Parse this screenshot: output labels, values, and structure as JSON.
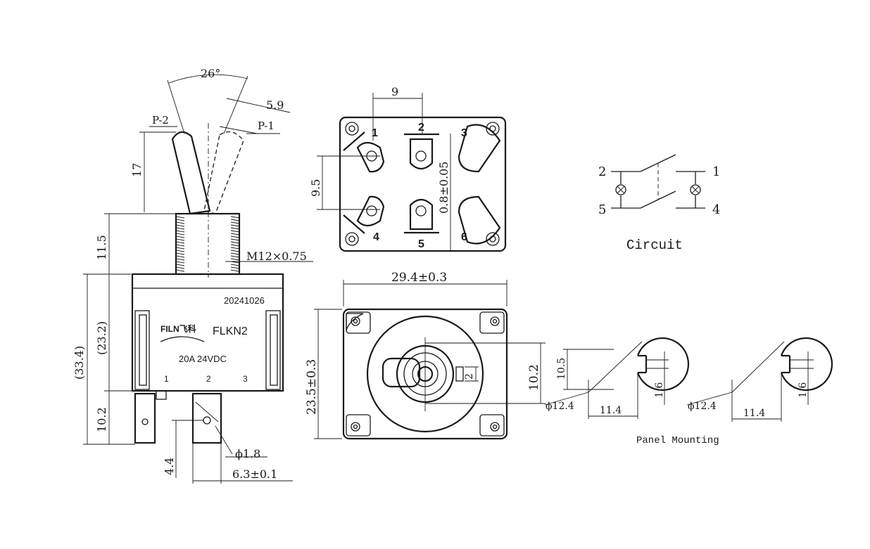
{
  "side_view": {
    "angle": "26°",
    "lever_width": "5.9",
    "pos_p2": "P-2",
    "pos_p1": "P-1",
    "lever_height": "17",
    "bushing_height": "11.5",
    "thread": "M12×0.75",
    "total_height": "(33.4)",
    "body_height": "(23.2)",
    "terminal_height": "10.2",
    "hole_dia": "ϕ1.8",
    "hole_offset": "4.4",
    "terminal_width": "6.3±0.1",
    "label_date": "20241026",
    "label_brand": "FILN飞科",
    "label_model": "FLKN2",
    "label_rating": "20A  24VDC",
    "terminal_1": "1",
    "terminal_2": "2",
    "terminal_3": "3"
  },
  "bottom_view": {
    "pitch_x": "9",
    "pitch_y": "9.5",
    "tab_thickness": "0.8±0.05",
    "pins": [
      "1",
      "2",
      "3",
      "4",
      "5",
      "6"
    ]
  },
  "top_view": {
    "width": "29.4±0.3",
    "height": "23.5±0.3",
    "key_height": "10.2",
    "key_width": "2"
  },
  "circuit": {
    "title": "Circuit",
    "pins": [
      "2",
      "1",
      "5",
      "4"
    ]
  },
  "panel": {
    "title": "Panel Mounting",
    "flat_height": "10.5",
    "diameter": "ϕ12.4",
    "flat_width": "11.4",
    "key_width": "1.6"
  }
}
